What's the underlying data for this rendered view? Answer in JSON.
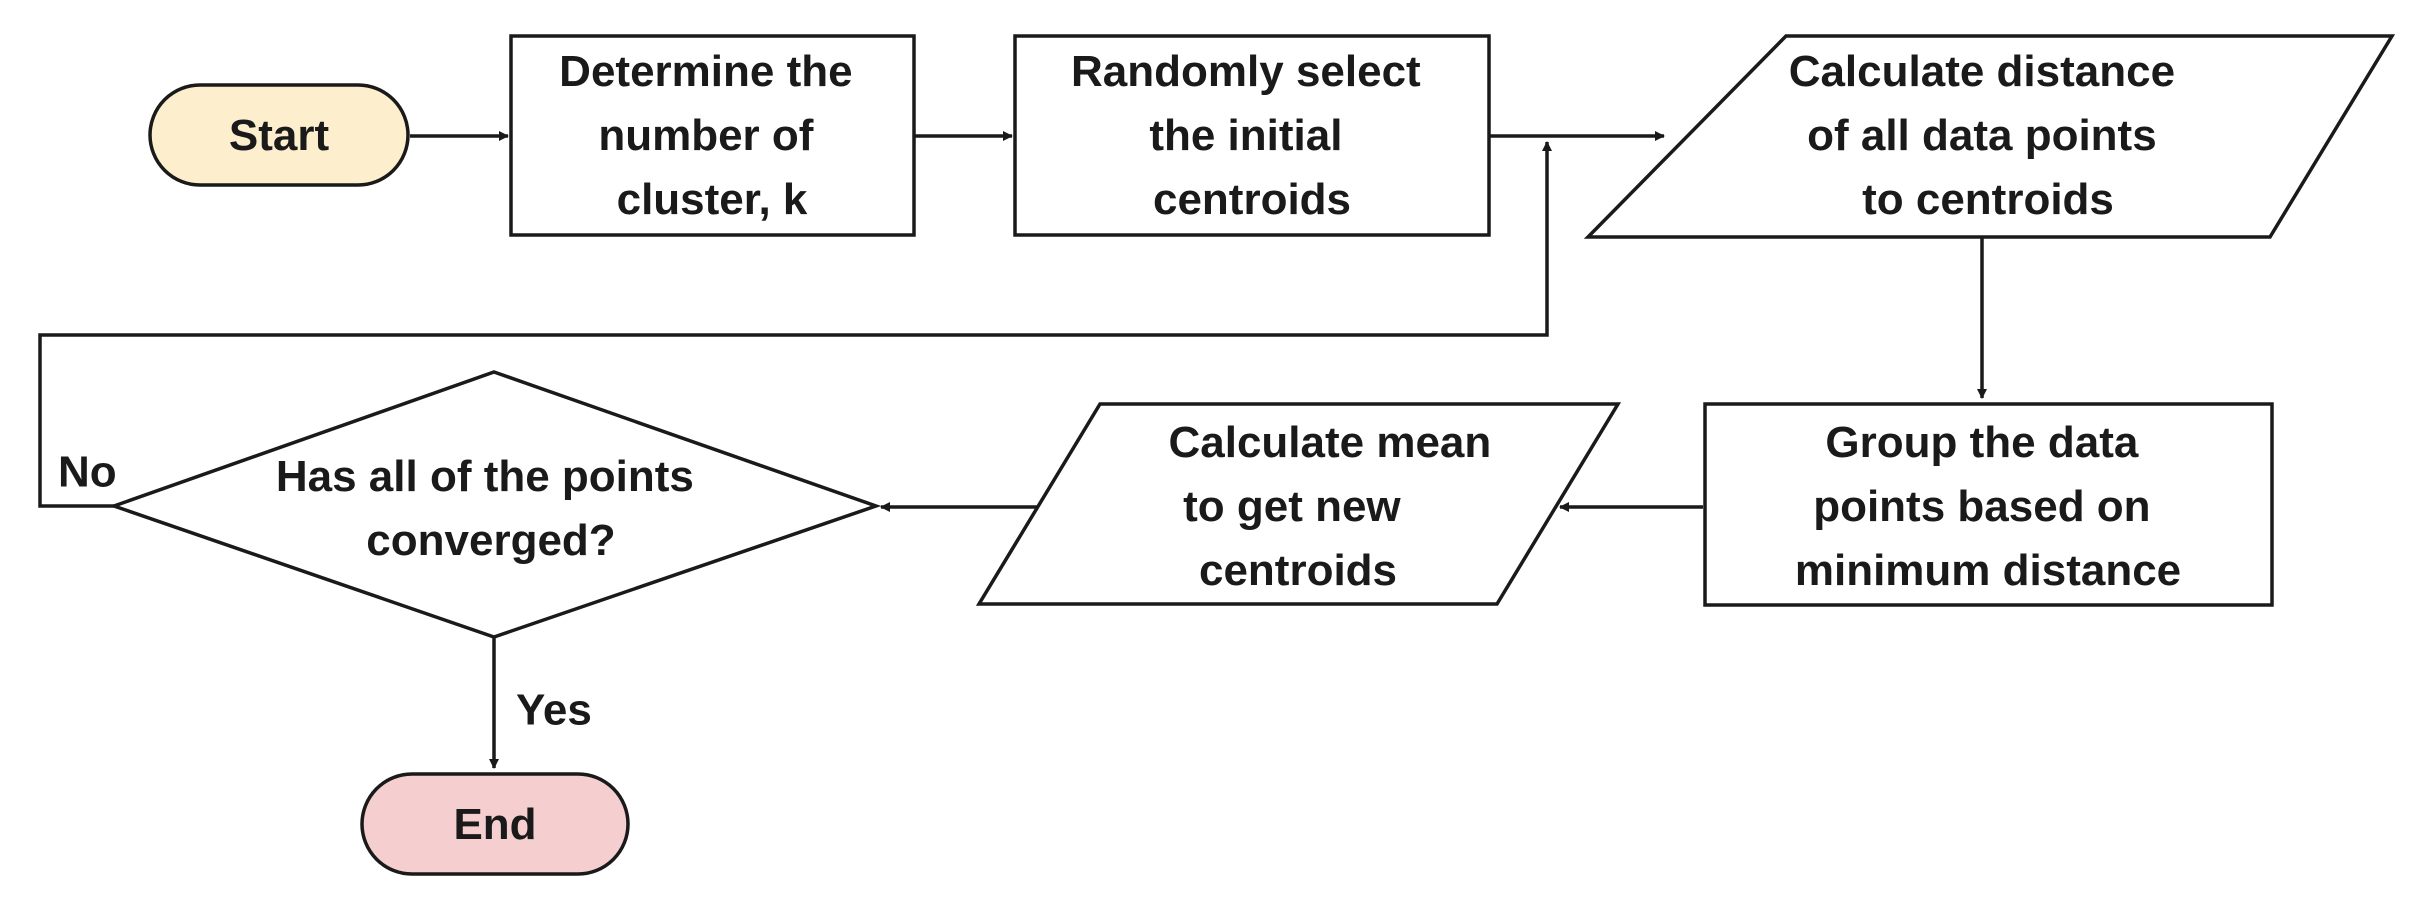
{
  "colors": {
    "start_fill": "#fdeecd",
    "start_stroke": "#e2b451",
    "end_fill": "#f5cfd0",
    "end_stroke": "#c06a6a",
    "box_fill": "#ffffff",
    "line": "#1a1a1a"
  },
  "nodes": {
    "start": {
      "shape": "terminator",
      "lines": [
        "Start"
      ]
    },
    "determine_k": {
      "shape": "process",
      "lines": [
        "Determine the",
        "number of",
        "cluster, k"
      ]
    },
    "select_centroids": {
      "shape": "process",
      "lines": [
        "Randomly select",
        "the initial",
        "centroids"
      ]
    },
    "calc_distance": {
      "shape": "data",
      "lines": [
        "Calculate distance",
        "of all data points",
        "to centroids"
      ]
    },
    "group_points": {
      "shape": "process",
      "lines": [
        "Group the  data",
        "points based on",
        "minimum distance"
      ]
    },
    "calc_mean": {
      "shape": "data",
      "lines": [
        "Calculate mean",
        "to get new",
        "centroids"
      ]
    },
    "converged": {
      "shape": "decision",
      "lines": [
        "Has all of the points",
        "converged?"
      ]
    },
    "end": {
      "shape": "terminator",
      "lines": [
        "End"
      ]
    }
  },
  "edges": [
    {
      "from": "start",
      "to": "determine_k",
      "label": ""
    },
    {
      "from": "determine_k",
      "to": "select_centroids",
      "label": ""
    },
    {
      "from": "select_centroids",
      "to": "calc_distance",
      "label": ""
    },
    {
      "from": "calc_distance",
      "to": "group_points",
      "label": ""
    },
    {
      "from": "group_points",
      "to": "calc_mean",
      "label": ""
    },
    {
      "from": "calc_mean",
      "to": "converged",
      "label": ""
    },
    {
      "from": "converged",
      "to": "calc_distance",
      "label": "No"
    },
    {
      "from": "converged",
      "to": "end",
      "label": "Yes"
    }
  ]
}
